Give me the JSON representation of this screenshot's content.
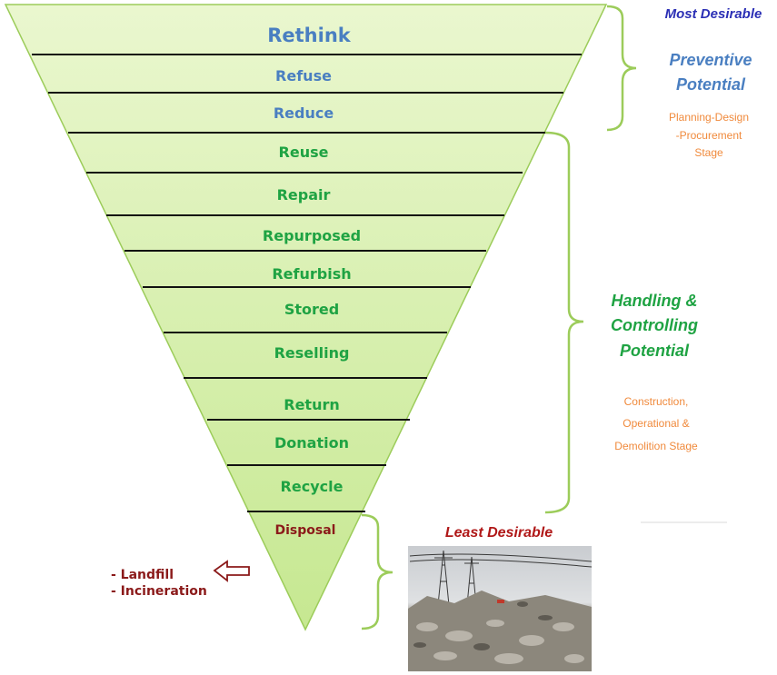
{
  "levels": [
    {
      "label": "Rethink",
      "color": "#4a7fc1"
    },
    {
      "label": "Refuse",
      "color": "#4a7fc1"
    },
    {
      "label": "Reduce",
      "color": "#4a7fc1"
    },
    {
      "label": "Reuse",
      "color": "#1fa343"
    },
    {
      "label": "Repair",
      "color": "#1fa343"
    },
    {
      "label": "Repurposed",
      "color": "#1fa343"
    },
    {
      "label": "Refurbish",
      "color": "#1fa343"
    },
    {
      "label": "Stored",
      "color": "#1fa343"
    },
    {
      "label": "Reselling",
      "color": "#1fa343"
    },
    {
      "label": "Return",
      "color": "#1fa343"
    },
    {
      "label": "Donation",
      "color": "#1fa343"
    },
    {
      "label": "Recycle",
      "color": "#1fa343"
    },
    {
      "label": "Disposal",
      "color": "#8b1a1a"
    }
  ],
  "most_desirable": "Most Desirable",
  "least_desirable": "Least Desirable",
  "preventive": {
    "title_line1": "Preventive",
    "title_line2": "Potential",
    "stage_line1": "Planning-Design",
    "stage_line2": "-Procurement",
    "stage_line3": "Stage"
  },
  "handling": {
    "title_line1": "Handling &",
    "title_line2": "Controlling",
    "title_line3": "Potential",
    "stage_line1": "Construction,",
    "stage_line2": "Operational &",
    "stage_line3": "Demolition Stage"
  },
  "disposal_options": [
    "- Landfill",
    "- Incineration"
  ],
  "colors": {
    "funnel_fill_top": "#eaf7cf",
    "funnel_fill_bottom": "#c6e891",
    "divider": "#111111",
    "bracket": "#9ccc5a",
    "blue_label": "#4a7fc1",
    "dark_blue": "#2b2fb5",
    "green_label": "#1fa343",
    "orange_label": "#f08a3c",
    "dark_red": "#8b1a1a"
  }
}
